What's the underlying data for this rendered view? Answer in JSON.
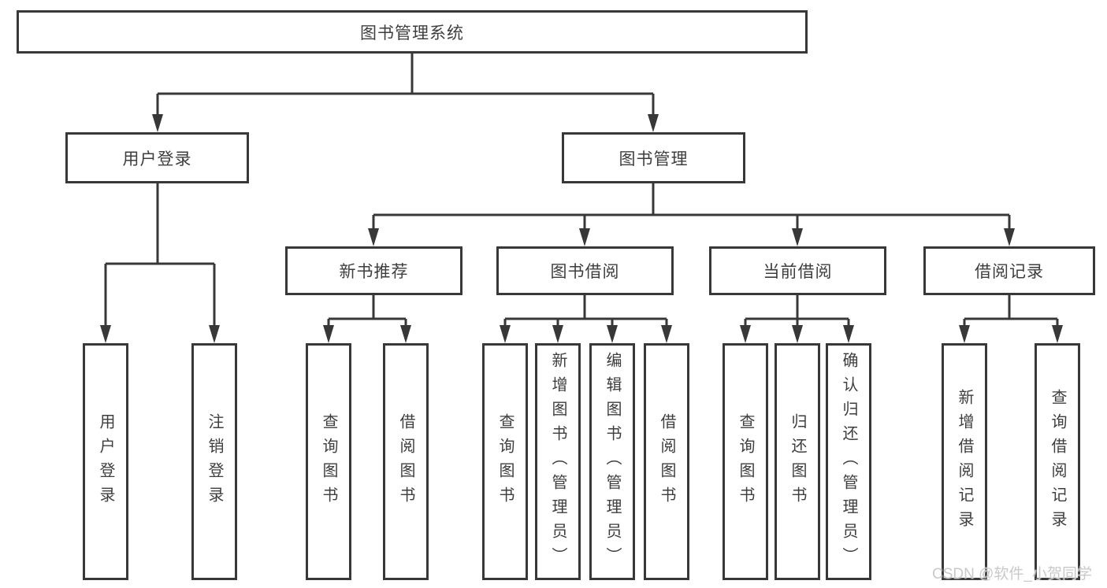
{
  "diagram_title": "图书管理系统",
  "colors": {
    "line": "#383838",
    "node_border": "#383838",
    "node_text": "#3e3e3e",
    "background": "#ffffff",
    "watermark_text": "#c9c9c9"
  },
  "nodes": {
    "root": "图书管理系统",
    "level2": [
      "用户登录",
      "图书管理"
    ],
    "level3": [
      "新书推荐",
      "图书借阅",
      "当前借阅",
      "借阅记录"
    ],
    "leaves": [
      "用户登录",
      "注销登录",
      "查询图书",
      "借阅图书",
      "查询图书",
      "新增图书（管理员）",
      "编辑图书（管理员）",
      "借阅图书",
      "查询图书",
      "归还图书",
      "确认归还（管理员）",
      "新增借阅记录",
      "查询借阅记录"
    ]
  },
  "tree": {
    "label": "图书管理系统",
    "children": [
      {
        "label": "用户登录",
        "children": [
          {
            "label": "用户登录"
          },
          {
            "label": "注销登录"
          }
        ]
      },
      {
        "label": "图书管理",
        "children": [
          {
            "label": "新书推荐",
            "children": [
              {
                "label": "查询图书"
              },
              {
                "label": "借阅图书"
              }
            ]
          },
          {
            "label": "图书借阅",
            "children": [
              {
                "label": "查询图书"
              },
              {
                "label": "新增图书（管理员）"
              },
              {
                "label": "编辑图书（管理员）"
              },
              {
                "label": "借阅图书"
              }
            ]
          },
          {
            "label": "当前借阅",
            "children": [
              {
                "label": "查询图书"
              },
              {
                "label": "归还图书"
              },
              {
                "label": "确认归还（管理员）"
              }
            ]
          },
          {
            "label": "借阅记录",
            "children": [
              {
                "label": "新增借阅记录"
              },
              {
                "label": "查询借阅记录"
              }
            ]
          }
        ]
      }
    ]
  },
  "watermark": "CSDN @软件_小贺同学"
}
